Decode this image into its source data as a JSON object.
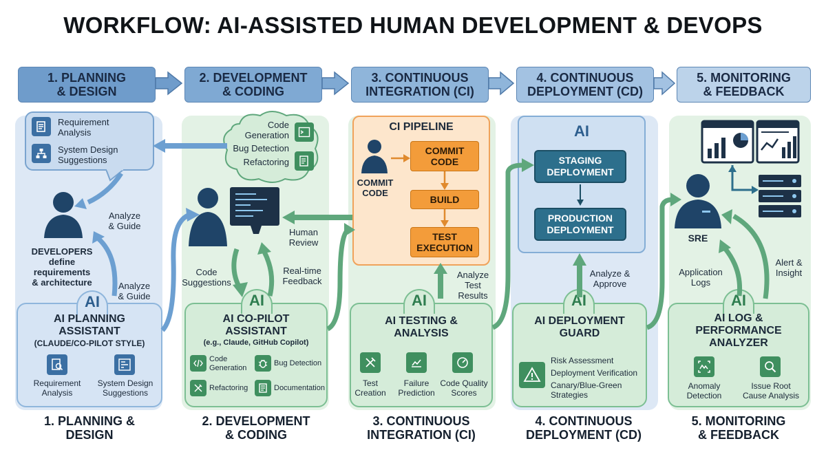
{
  "title": "WORKFLOW: AI-ASSISTED HUMAN DEVELOPMENT & DEVOPS",
  "stages": [
    "1. PLANNING\n& DESIGN",
    "2. DEVELOPMENT\n& CODING",
    "3. CONTINUOUS\nINTEGRATION (CI)",
    "4. CONTINUOUS\nDEPLOYMENT (CD)",
    "5. MONITORING\n& FEEDBACK"
  ],
  "footer": [
    "1. PLANNING &\nDESIGN",
    "2. DEVELOPMENT\n& CODING",
    "3. CONTINUOUS\nINTEGRATION (CI)",
    "4. CONTINUOUS\nDEPLOYMENT (CD)",
    "5. MONITORING\n& FEEDBACK"
  ],
  "ai_badge": "AI",
  "planning": {
    "bubble_items": [
      "Requirement\nAnalysis",
      "System Design\nSuggestions"
    ],
    "analyze_guide_top": "Analyze\n& Guide",
    "analyze_guide_bottom": "Analyze\n& Guide",
    "developers": "DEVELOPERS\ndefine\nrequirements\n& architecture",
    "assistant_title": "AI PLANNING\nASSISTANT",
    "assistant_sub": "(CLAUDE/CO-PILOT STYLE)",
    "features": [
      "Requirement\nAnalysis",
      "System Design\nSuggestions"
    ]
  },
  "development": {
    "cloud_items": [
      "Code\nGeneration",
      "Bug Detection",
      "Refactoring"
    ],
    "human_review": "Human\nReview",
    "code_suggestions": "Code\nSuggestions",
    "realtime_feedback": "Real-time\nFeedback",
    "assistant_title": "AI CO-PILOT\nASSISTANT",
    "assistant_sub": "(e.g., Claude, GitHub Copilot)",
    "features": [
      "Code\nGeneration",
      "Bug Detection",
      "Refactoring",
      "Documentation"
    ]
  },
  "ci": {
    "pipeline_title": "CI PIPELINE",
    "commit_label": "COMMIT\nCODE",
    "steps": [
      "COMMIT\nCODE",
      "BUILD",
      "TEST\nEXECUTION"
    ],
    "analyze_results": "Analyze\nTest\nResults",
    "assistant_title": "AI TESTING &\nANALYSIS",
    "features": [
      "Test\nCreation",
      "Failure\nPrediction",
      "Code Quality\nScores"
    ]
  },
  "cd": {
    "panel_badge": "AI",
    "staging": "STAGING\nDEPLOYMENT",
    "production": "PRODUCTION\nDEPLOYMENT",
    "analyze_approve": "Analyze &\nApprove",
    "assistant_title": "AI DEPLOYMENT\nGUARD",
    "features": [
      "Risk Assessment",
      "Deployment Verification",
      "Canary/Blue-Green\nStrategies"
    ]
  },
  "monitoring": {
    "sre": "SRE",
    "app_logs": "Application\nLogs",
    "alert_insight": "Alert &\nInsight",
    "assistant_title": "AI LOG &\nPERFORMANCE\nANALYZER",
    "features": [
      "Anomaly\nDetection",
      "Issue Root\nCause Analysis"
    ]
  },
  "colors": {
    "stage_blue": "#6f9ccb",
    "stage_light": "#bcd3ea",
    "green_arrow": "#5fa77c",
    "blue_arrow": "#6c9fd1",
    "orange": "#f39c3a",
    "teal": "#2d6f8c",
    "icon_green": "#3f8f5f",
    "icon_blue": "#3b6fa3"
  }
}
